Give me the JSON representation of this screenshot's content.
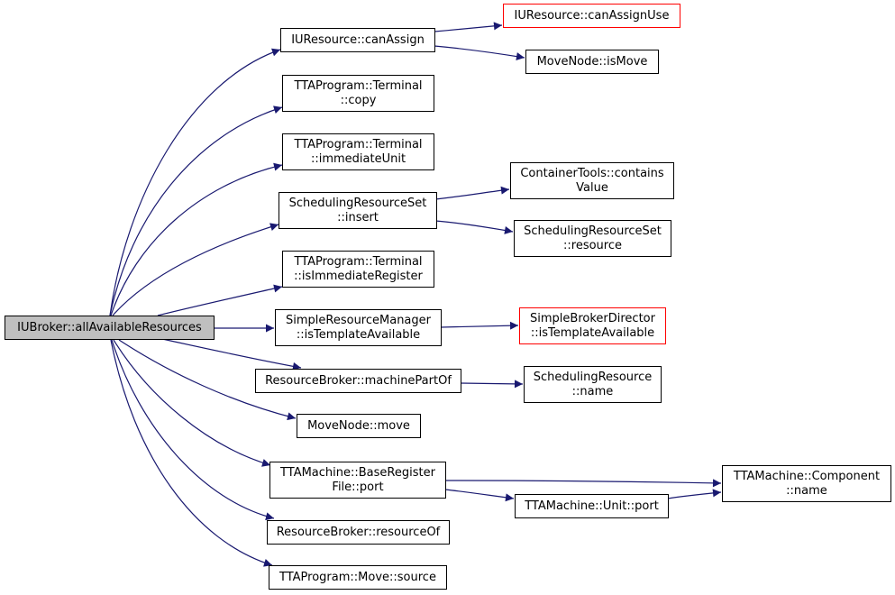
{
  "colors": {
    "edge": "#191970",
    "border": "#000000",
    "missing_border": "#ff0000",
    "root_fill": "#bfbfbf",
    "node_fill": "#ffffff"
  },
  "nodes": {
    "root": {
      "lines": [
        "IUBroker::allAvailableResources"
      ]
    },
    "canAssign": {
      "lines": [
        "IUResource::canAssign"
      ]
    },
    "canAssignUse": {
      "lines": [
        "IUResource::canAssignUse"
      ]
    },
    "isMove": {
      "lines": [
        "MoveNode::isMove"
      ]
    },
    "terminalCopy": {
      "lines": [
        "TTAProgram::Terminal",
        "::copy"
      ]
    },
    "immediateUnit": {
      "lines": [
        "TTAProgram::Terminal",
        "::immediateUnit"
      ]
    },
    "insert": {
      "lines": [
        "SchedulingResourceSet",
        "::insert"
      ]
    },
    "containsValue": {
      "lines": [
        "ContainerTools::contains",
        "Value"
      ]
    },
    "resource": {
      "lines": [
        "SchedulingResourceSet",
        "::resource"
      ]
    },
    "isImmediateRegister": {
      "lines": [
        "TTAProgram::Terminal",
        "::isImmediateRegister"
      ]
    },
    "srmTemplate": {
      "lines": [
        "SimpleResourceManager",
        "::isTemplateAvailable"
      ]
    },
    "sbdTemplate": {
      "lines": [
        "SimpleBrokerDirector",
        "::isTemplateAvailable"
      ]
    },
    "machinePartOf": {
      "lines": [
        "ResourceBroker::machinePartOf"
      ]
    },
    "srName": {
      "lines": [
        "SchedulingResource",
        "::name"
      ]
    },
    "move": {
      "lines": [
        "MoveNode::move"
      ]
    },
    "brfPort": {
      "lines": [
        "TTAMachine::BaseRegister",
        "File::port"
      ]
    },
    "componentName": {
      "lines": [
        "TTAMachine::Component",
        "::name"
      ]
    },
    "unitPort": {
      "lines": [
        "TTAMachine::Unit::port"
      ]
    },
    "resourceOf": {
      "lines": [
        "ResourceBroker::resourceOf"
      ]
    },
    "moveSource": {
      "lines": [
        "TTAProgram::Move::source"
      ]
    }
  }
}
